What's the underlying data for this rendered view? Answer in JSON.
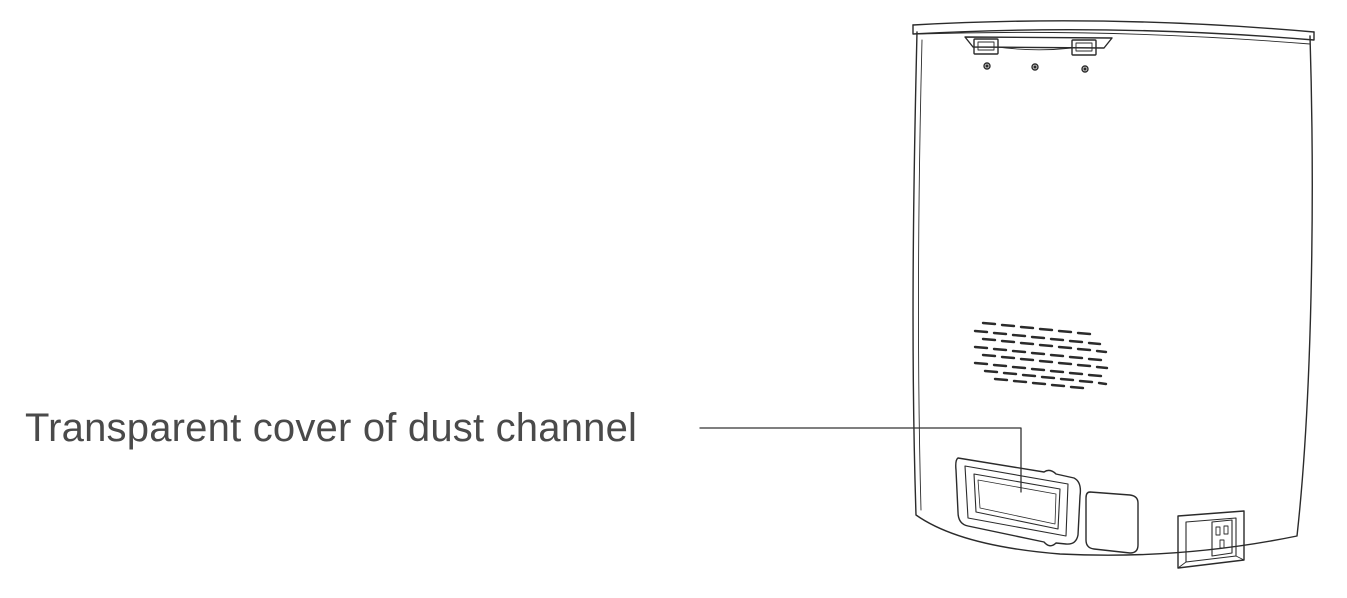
{
  "diagram": {
    "subject": "dust-collection-station-rear-view",
    "callouts": [
      {
        "id": "dust-channel-cover",
        "label": "Transparent cover of dust channel"
      }
    ]
  },
  "colors": {
    "line": "#2b2b2b",
    "text": "#4a4a4a",
    "background": "#ffffff"
  }
}
